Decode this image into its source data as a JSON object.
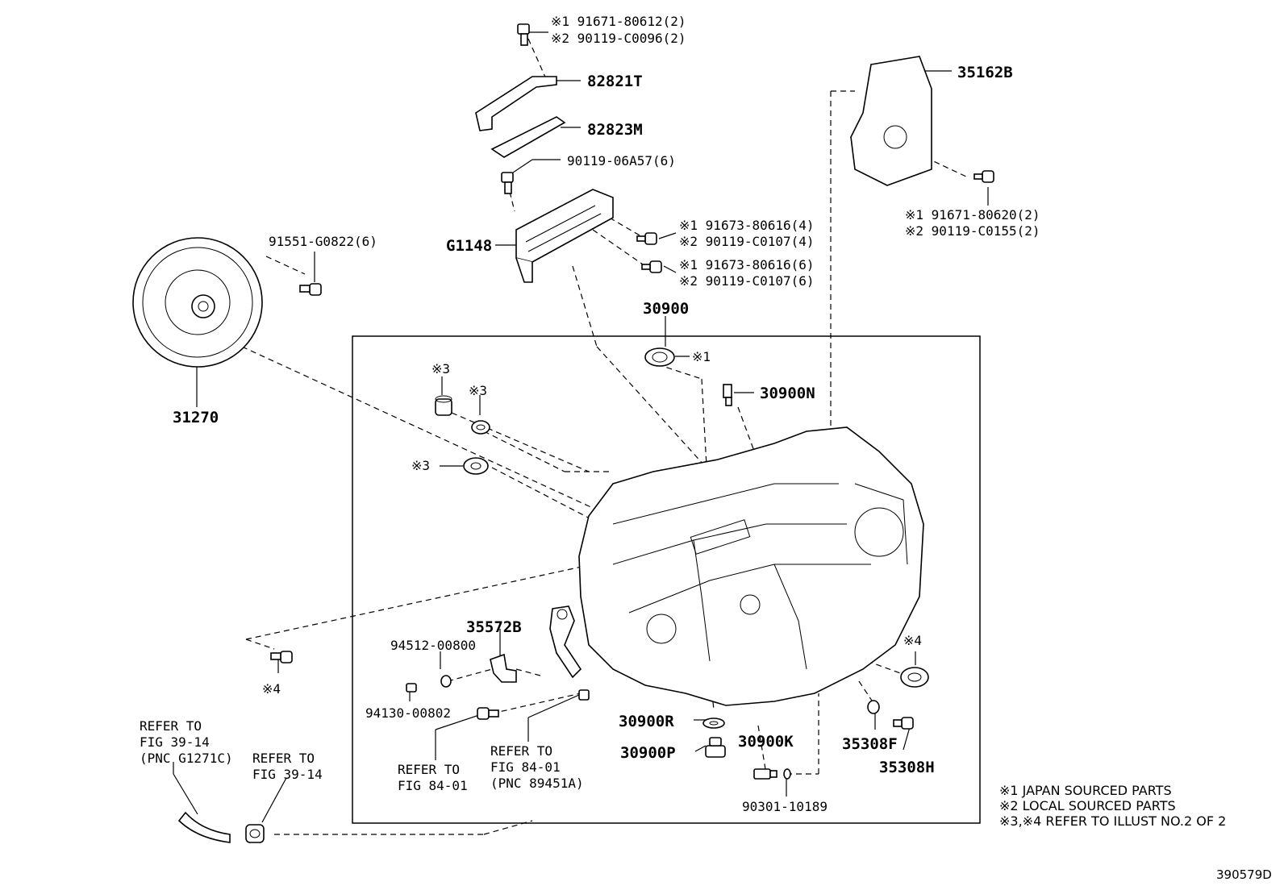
{
  "labels": {
    "p1_a": "※1 91671-80612(2)",
    "p1_b": "※2 90119-C0096(2)",
    "p82821T": "82821T",
    "p82823M": "82823M",
    "p90119_06A57": "90119-06A57(6)",
    "p35162B": "35162B",
    "p35162B_a": "※1 91671-80620(2)",
    "p35162B_b": "※2 90119-C0155(2)",
    "p91551": "91551-G0822(6)",
    "pG1148": "G1148",
    "pG1148_a1": "※1 91673-80616(4)",
    "pG1148_a2": "※2 90119-C0107(4)",
    "pG1148_b1": "※1 91673-80616(6)",
    "pG1148_b2": "※2 90119-C0107(6)",
    "p30900": "30900",
    "p31270": "31270",
    "p_note1_seal": "※1",
    "p30900N": "30900N",
    "p_note3_a": "※3",
    "p_note3_b": "※3",
    "p_note3_c": "※3",
    "p35572B": "35572B",
    "p94512": "94512-00800",
    "p94130": "94130-00802",
    "p_note4_a": "※4",
    "p_note4_b": "※4",
    "p30900R": "30900R",
    "p30900P": "30900P",
    "p30900K": "30900K",
    "p35308F": "35308F",
    "p35308H": "35308H",
    "p90301": "90301-10189"
  },
  "refers": {
    "left_1": "REFER TO",
    "left_2": "FIG 39-14",
    "left_3": "(PNC G1271C)",
    "mid_1": "REFER TO",
    "mid_2": "FIG 39-14",
    "low1_1": "REFER TO",
    "low1_2": "FIG 84-01",
    "low2_1": "REFER TO",
    "low2_2": "FIG 84-01",
    "low2_3": "(PNC 89451A)"
  },
  "legend": {
    "line1": "※1 JAPAN SOURCED PARTS",
    "line2": "※2 LOCAL SOURCED PARTS",
    "line3": "※3,※4 REFER TO ILLUST NO.2 OF 2"
  },
  "diagram_code": "390579D"
}
